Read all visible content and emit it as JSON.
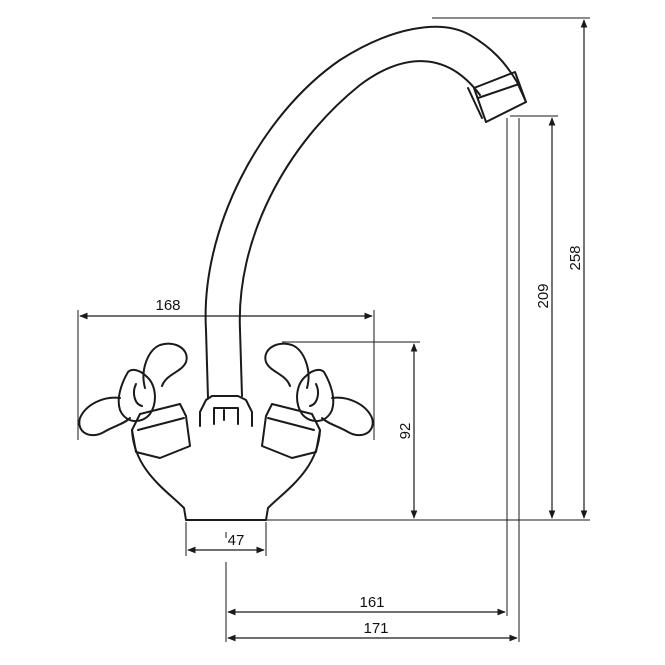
{
  "drawing": {
    "subject_icon": "faucet-icon",
    "line_color": "#1a1a1a",
    "background": "#ffffff"
  },
  "dimensions": {
    "handle_span": "168",
    "body_base_width": "47",
    "handle_height": "92",
    "spout_outlet_height": "209",
    "total_height": "258",
    "spout_reach": "161",
    "total_reach": "171"
  }
}
